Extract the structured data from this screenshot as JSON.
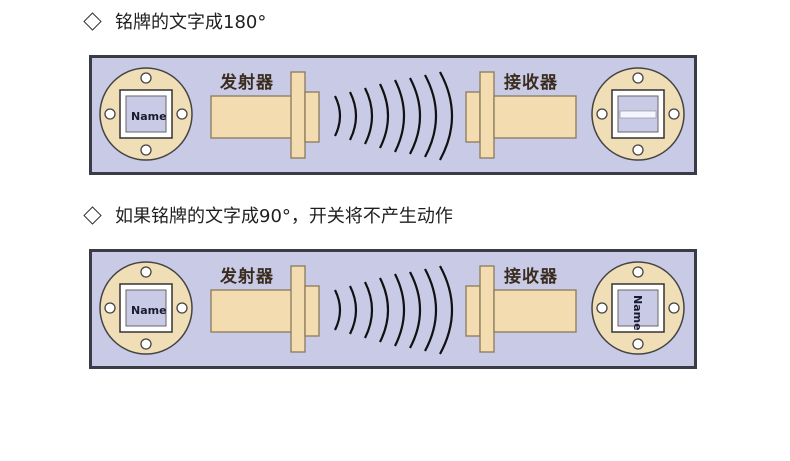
{
  "captions": {
    "first": "铭牌的文字成180°",
    "second": "如果铭牌的文字成90°，开关将不产生动作"
  },
  "labels": {
    "transmitter": "发射器",
    "receiver": "接收器",
    "nameplate": "Name"
  },
  "colors": {
    "panel_bg": "#c9cbe6",
    "panel_border": "#3b3b47",
    "device_fill": "#f3dcb0",
    "device_stroke": "#8a7a5a",
    "disc_fill": "#f0deb6"
  }
}
